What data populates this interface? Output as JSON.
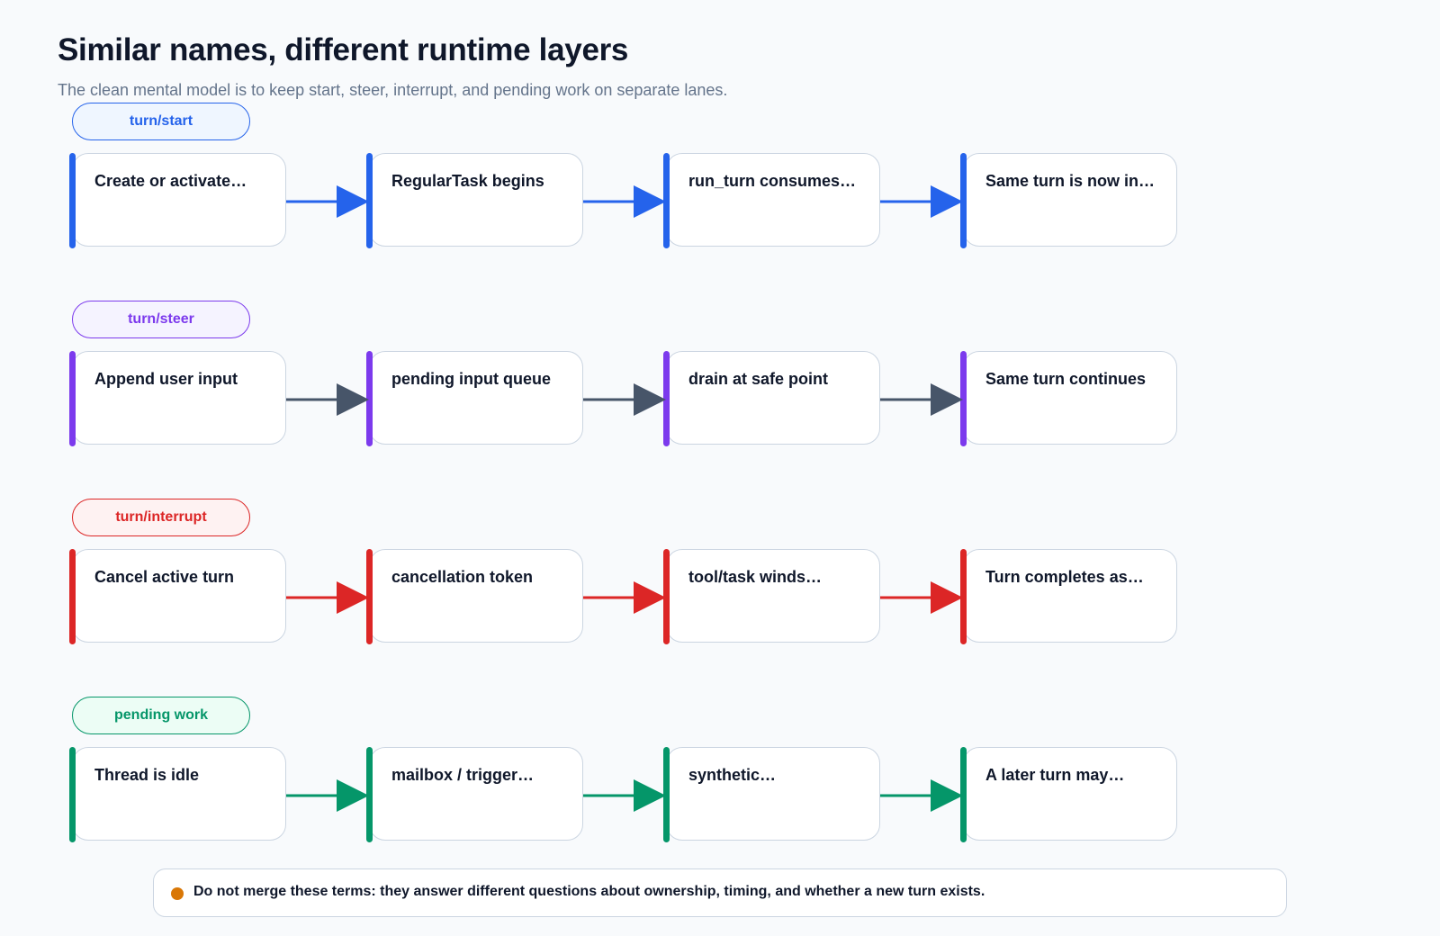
{
  "header": {
    "title": "Similar names, different runtime layers",
    "subtitle": "The clean mental model is to keep start, steer, interrupt, and pending work on separate lanes."
  },
  "lanes": [
    {
      "label": "turn/start",
      "accent": "#2563eb",
      "pill_bg": "#eff6ff",
      "arrow_color": "#2563eb",
      "nodes": [
        {
          "label": "Create or activate…"
        },
        {
          "label": "RegularTask begins"
        },
        {
          "label": "run_turn consumes…"
        },
        {
          "label": "Same turn is now in…"
        }
      ]
    },
    {
      "label": "turn/steer",
      "accent": "#7c3aed",
      "pill_bg": "#f5f3ff",
      "arrow_color": "#475569",
      "nodes": [
        {
          "label": "Append user input"
        },
        {
          "label": "pending input queue"
        },
        {
          "label": "drain at safe point"
        },
        {
          "label": "Same turn continues"
        }
      ]
    },
    {
      "label": "turn/interrupt",
      "accent": "#dc2626",
      "pill_bg": "#fef2f2",
      "arrow_color": "#dc2626",
      "nodes": [
        {
          "label": "Cancel active turn"
        },
        {
          "label": "cancellation token"
        },
        {
          "label": "tool/task winds…"
        },
        {
          "label": "Turn completes as…"
        }
      ]
    },
    {
      "label": "pending work",
      "accent": "#059669",
      "pill_bg": "#ecfdf5",
      "arrow_color": "#059669",
      "nodes": [
        {
          "label": "Thread is idle"
        },
        {
          "label": "mailbox / trigger…"
        },
        {
          "label": "synthetic…"
        },
        {
          "label": "A later turn may…"
        }
      ]
    }
  ],
  "note": {
    "text": "Do not merge these terms: they answer different questions about ownership, timing, and whether a new turn exists.",
    "dot_color": "#d97706"
  }
}
